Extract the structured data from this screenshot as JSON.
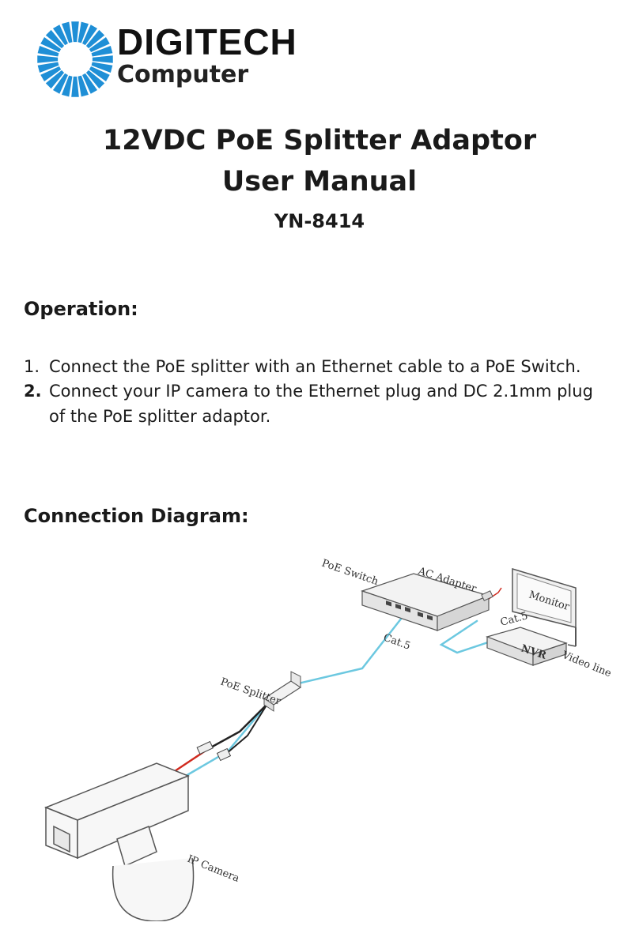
{
  "logo": {
    "brand": "DIGITECH",
    "sub": "Computer",
    "brand_color": "#1f8fd6"
  },
  "title": {
    "line1": "12VDC PoE Splitter Adaptor",
    "line2": "User Manual",
    "model": "YN-8414"
  },
  "operation": {
    "heading": "Operation:",
    "steps": [
      {
        "num": "1.",
        "text": "Connect the PoE splitter with an Ethernet cable to a PoE Switch."
      },
      {
        "num": "2.",
        "text": "Connect your IP camera to the Ethernet plug and DC 2.1mm plug",
        "text_cont": "of the PoE splitter adaptor."
      }
    ]
  },
  "diagram": {
    "heading": "Connection Diagram:",
    "labels": {
      "poe_switch": "PoE Switch",
      "ac_adapter": "AC Adapter",
      "monitor": "Monitor",
      "cat5_a": "Cat.5",
      "cat5_b": "Cat.5",
      "nvr": "NVR",
      "video_line": "Video line",
      "poe_splitter": "PoE Splitter",
      "ip_camera": "IP Camera"
    },
    "cable_color": "#6cc8e0"
  }
}
